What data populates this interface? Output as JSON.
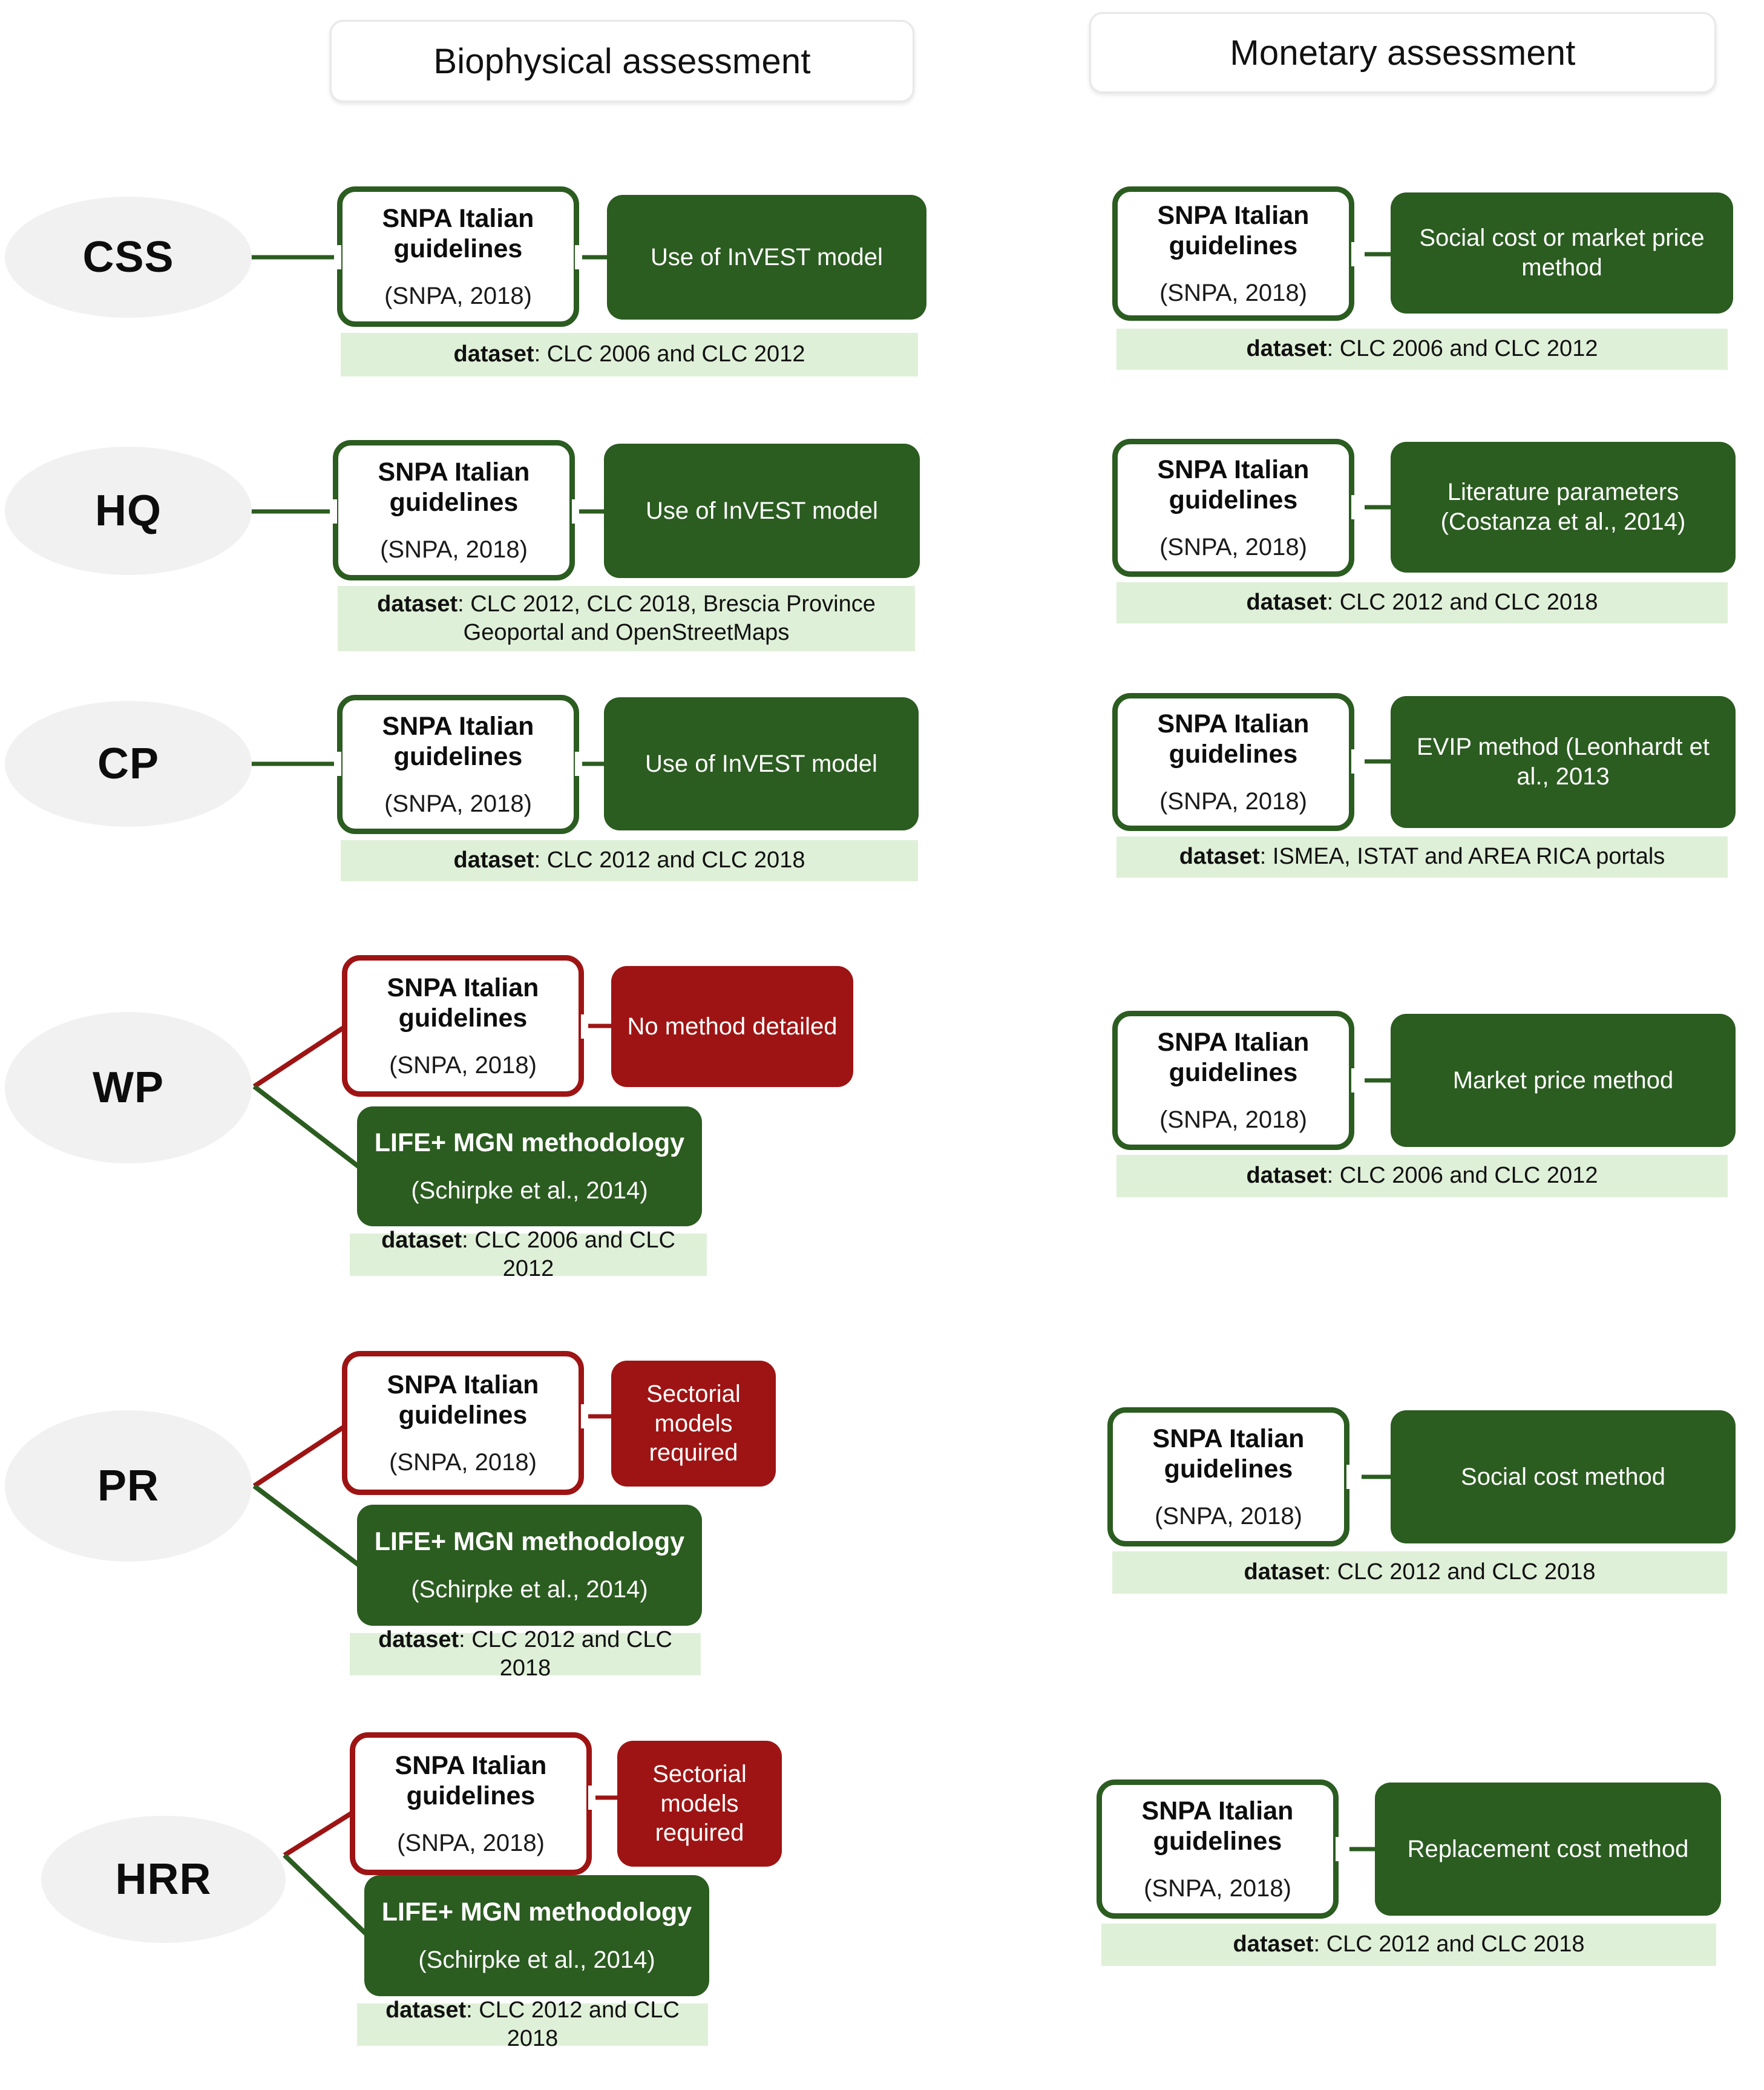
{
  "headers": {
    "biophysical": "Biophysical assessment",
    "monetary": "Monetary assessment"
  },
  "labels": {
    "snpa_title": "SNPA Italian guidelines",
    "snpa_ref": "(SNPA, 2018)",
    "life_title": "LIFE+ MGN methodology",
    "life_ref": "(Schirpke et al., 2014)",
    "dataset_prefix": "dataset"
  },
  "colors": {
    "green": "#2b5c20",
    "red": "#9e1414",
    "dataset_bg": "#dff0d8",
    "ellipse_bg": "#f1f1f1",
    "header_border": "#e8e8e8"
  },
  "rows": [
    {
      "service": "CSS",
      "biophysical": {
        "source_title": "SNPA Italian guidelines",
        "source_ref": "(SNPA, 2018)",
        "source_color": "green",
        "method": "Use of InVEST model",
        "method_color": "green",
        "dataset": "CLC 2006 and CLC 2012",
        "alt_source_title": null,
        "alt_source_ref": null,
        "alt_dataset": null
      },
      "monetary": {
        "source_title": "SNPA Italian guidelines",
        "source_ref": "(SNPA, 2018)",
        "source_color": "green",
        "method": "Social cost or market price method",
        "method_color": "green",
        "dataset": "CLC 2006 and CLC 2012"
      }
    },
    {
      "service": "HQ",
      "biophysical": {
        "source_title": "SNPA Italian guidelines",
        "source_ref": "(SNPA, 2018)",
        "source_color": "green",
        "method": "Use of InVEST model",
        "method_color": "green",
        "dataset": "CLC 2012, CLC 2018, Brescia Province Geoportal and OpenStreetMaps",
        "alt_source_title": null,
        "alt_source_ref": null,
        "alt_dataset": null
      },
      "monetary": {
        "source_title": "SNPA Italian guidelines",
        "source_ref": "(SNPA, 2018)",
        "source_color": "green",
        "method": "Literature parameters (Costanza et al., 2014)",
        "method_color": "green",
        "dataset": "CLC 2012 and CLC 2018"
      }
    },
    {
      "service": "CP",
      "biophysical": {
        "source_title": "SNPA Italian guidelines",
        "source_ref": "(SNPA, 2018)",
        "source_color": "green",
        "method": "Use of InVEST model",
        "method_color": "green",
        "dataset": "CLC 2012 and CLC 2018",
        "alt_source_title": null,
        "alt_source_ref": null,
        "alt_dataset": null
      },
      "monetary": {
        "source_title": "SNPA Italian guidelines",
        "source_ref": "(SNPA, 2018)",
        "source_color": "green",
        "method": "EVIP method (Leonhardt et al., 2013",
        "method_color": "green",
        "dataset": "ISMEA, ISTAT and AREA RICA portals"
      }
    },
    {
      "service": "WP",
      "biophysical": {
        "source_title": "SNPA Italian guidelines",
        "source_ref": "(SNPA, 2018)",
        "source_color": "red",
        "method": "No method detailed",
        "method_color": "red",
        "dataset": null,
        "alt_source_title": "LIFE+ MGN methodology",
        "alt_source_ref": "(Schirpke et al., 2014)",
        "alt_dataset": "CLC 2006 and CLC 2012"
      },
      "monetary": {
        "source_title": "SNPA Italian guidelines",
        "source_ref": "(SNPA, 2018)",
        "source_color": "green",
        "method": "Market price method",
        "method_color": "green",
        "dataset": "CLC 2006 and CLC 2012"
      }
    },
    {
      "service": "PR",
      "biophysical": {
        "source_title": "SNPA Italian guidelines",
        "source_ref": "(SNPA, 2018)",
        "source_color": "red",
        "method": "Sectorial models required",
        "method_color": "red",
        "dataset": null,
        "alt_source_title": "LIFE+ MGN methodology",
        "alt_source_ref": "(Schirpke et al., 2014)",
        "alt_dataset": "CLC 2012 and CLC 2018"
      },
      "monetary": {
        "source_title": "SNPA Italian guidelines",
        "source_ref": "(SNPA, 2018)",
        "source_color": "green",
        "method": "Social cost method",
        "method_color": "green",
        "dataset": "CLC 2012 and CLC 2018"
      }
    },
    {
      "service": "HRR",
      "biophysical": {
        "source_title": "SNPA Italian guidelines",
        "source_ref": "(SNPA, 2018)",
        "source_color": "red",
        "method": "Sectorial models required",
        "method_color": "red",
        "dataset": null,
        "alt_source_title": "LIFE+ MGN methodology",
        "alt_source_ref": "(Schirpke et al., 2014)",
        "alt_dataset": "CLC 2012 and CLC 2018"
      },
      "monetary": {
        "source_title": "SNPA Italian guidelines",
        "source_ref": "(SNPA, 2018)",
        "source_color": "green",
        "method": "Replacement cost method",
        "method_color": "green",
        "dataset": "CLC 2012 and CLC 2018"
      }
    }
  ]
}
